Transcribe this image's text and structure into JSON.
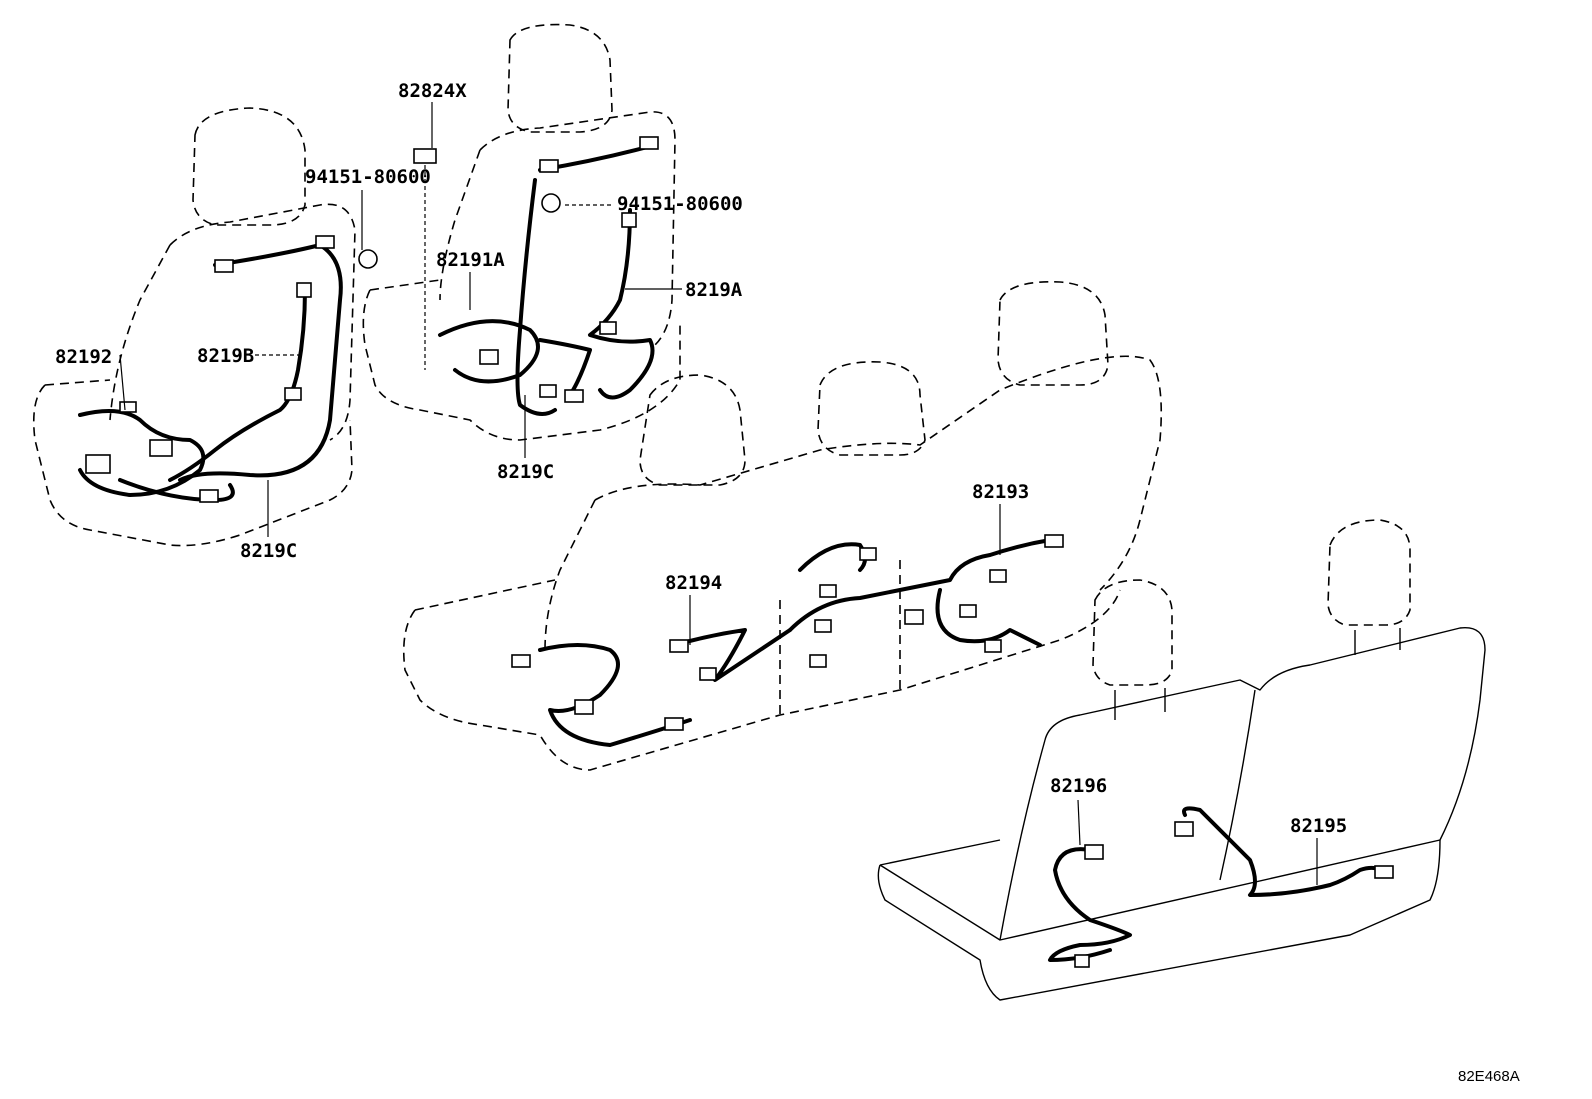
{
  "labels": {
    "p82824X": "82824X",
    "p94151_left": "94151-80600",
    "p94151_right": "94151-80600",
    "p82191A": "82191A",
    "p8219A": "8219A",
    "p82192": "82192",
    "p8219B": "8219B",
    "p8219C_top": "8219C",
    "p8219C_left": "8219C",
    "p82193": "82193",
    "p82194": "82194",
    "p82196": "82196",
    "p82195": "82195"
  },
  "diagram_code": "82E468A"
}
